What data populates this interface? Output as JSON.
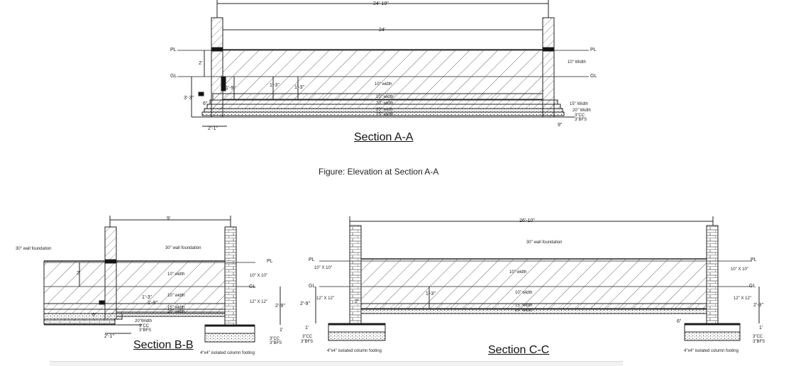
{
  "figure_caption": "Figure: Elevation at Section A-A",
  "section_aa": {
    "title": "Section A-A",
    "overall_dim": "24'-10\"",
    "inner_dim": "24'",
    "pl_left": "PL",
    "pl_right": "PL",
    "gl_left": "GL",
    "gl_right": "GL",
    "dim_2": "2'",
    "dim_3_3": "3'-3\"",
    "dim_2_1": "2'-1\"",
    "dim_1_3a": "1'-3\"",
    "dim_1_3b": "1'-3\"",
    "dim_1_9": "1'-9\"",
    "dim_6": "6\"",
    "dim_9": "9\"",
    "w10_top": "10\" Width",
    "w10_mid": "10\" width",
    "w10_a": "10\" width",
    "w20_a": "20\" width",
    "w25_a": "25\" width",
    "w15_a": "15\" width",
    "r15": "15\" Width",
    "r20": "20\" Width",
    "r3cc": "3\"CC",
    "r3bfs": "3\"BFS"
  },
  "section_bb": {
    "title": "Section B-B",
    "dim_9": "9'",
    "foundation_left": "30\" wall foundation",
    "foundation_mid": "30\" wall foundation",
    "pl": "PL",
    "gl": "GL",
    "col_10x10": "10\" X 10\"",
    "col_12x12": "12\" X 12\"",
    "dim_2": "2'",
    "dim_2_9": "2'-9\"",
    "dim_2_1": "2'-1\"",
    "dim_1": "1'",
    "dim_6": "6\"",
    "dim_1_3": "1'-3\"",
    "dim_1_9": "1'-9\"",
    "w10_a": "10\" width",
    "w10_b": "10\" width",
    "w15": "15\" width",
    "w20": "20\" width",
    "w20_left": "20\"Width",
    "cc": "3\"CC",
    "bfs": "3\"BFS",
    "cc_r": "3\"CC",
    "bfs_r": "3\"BFS",
    "footing": "4\"x4\" isolated column footing"
  },
  "section_cc": {
    "title": "Section C-C",
    "overall_dim": "26'-10\"",
    "foundation": "30\" wall foundation",
    "pl_left": "PL",
    "pl_right": "PL",
    "gl_left": "GL",
    "gl_right": "GL",
    "col_left_top": "10\" X 10\"",
    "col_left_mid": "12\" X 12\"",
    "col_right_top": "10\" X 10\"",
    "col_right_mid": "12\" X 12\"",
    "dim_2_9_left": "2'-9\"",
    "dim_2_9_right": "2'-9\"",
    "dim_2": "2'",
    "dim_1_3": "1'-3\"",
    "dim_6": "6\"",
    "dim_1_left": "1'",
    "dim_1_right": "1'",
    "w10_a": "10\" width",
    "w10_b": "10\" width",
    "w15": "15\" width",
    "w20": "20\" width",
    "cc_left": "3\"CC",
    "bfs_left": "3\"BFS",
    "cc_right": "3\"CC",
    "bfs_right": "3\"BFS",
    "footing_left": "4\"x4\" isolated column footing",
    "footing_right": "4\"x4\" isolated column footing"
  }
}
